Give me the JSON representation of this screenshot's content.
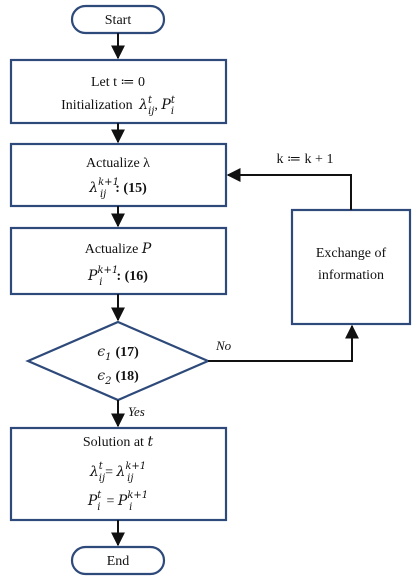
{
  "nodes": {
    "start": "Start",
    "init_line1": "Let t ≔ 0",
    "init_line2_text": "Initialization",
    "init_line2_math": "λ",
    "init_line2_p": "P",
    "act_lambda_title": "Actualize λ",
    "act_lambda_eq_ref": ": (15)",
    "act_p_title": "Actualize P",
    "act_p_eq_ref": ": (16)",
    "decision_line1_ref": "(17)",
    "decision_line2_ref": "(18)",
    "solution_title": "Solution at t",
    "exchange_line1": "Exchange of",
    "exchange_line2": "information",
    "end": "End"
  },
  "edges": {
    "no_label": "No",
    "yes_label": "Yes",
    "update_label": "k ≔ k + 1"
  },
  "colors": {
    "node_border": "#2e4a7a",
    "line": "#111111"
  }
}
